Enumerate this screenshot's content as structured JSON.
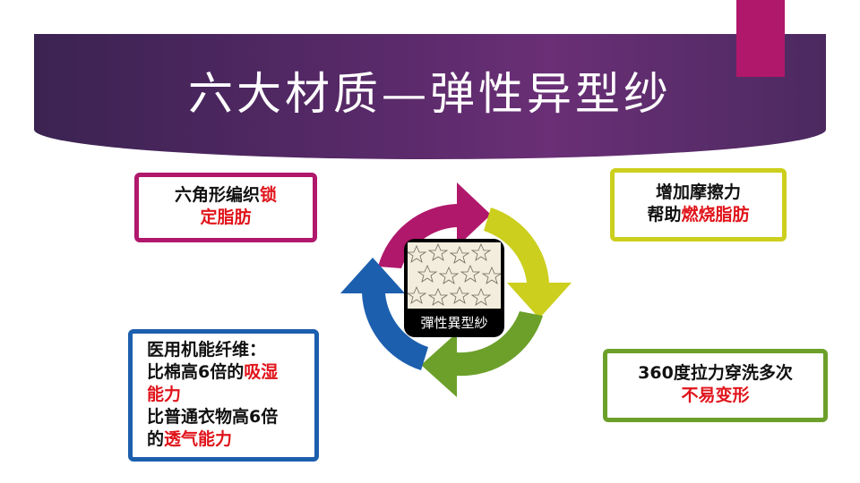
{
  "title": "六大材质—弹性异型纱",
  "colors": {
    "banner": "#5a2a6a",
    "corner_tab": "#b0186b",
    "magenta": "#b0186b",
    "yellow": "#cccf1d",
    "green": "#6ca02a",
    "blue": "#1c5fae",
    "highlight_red": "#e0141b"
  },
  "center": {
    "label": "彈性異型紗"
  },
  "boxes": {
    "top_left": {
      "line1_normal": "六角形编织",
      "line1_red": "锁",
      "line2_red": "定脂肪"
    },
    "top_right": {
      "line1": "增加摩擦力",
      "line2_normal": "帮助",
      "line2_red": "燃烧脂肪"
    },
    "bottom_left": {
      "line1": "医用机能纤维：",
      "line2_normal": "比棉高6倍的",
      "line2_red": "吸湿",
      "line3_red": "能力",
      "line4": "比普通衣物高6倍",
      "line5_normal": "的",
      "line5_red": "透气能力"
    },
    "bottom_right": {
      "line1": "360度拉力穿洗多次",
      "line2_red": "不易变形"
    }
  }
}
